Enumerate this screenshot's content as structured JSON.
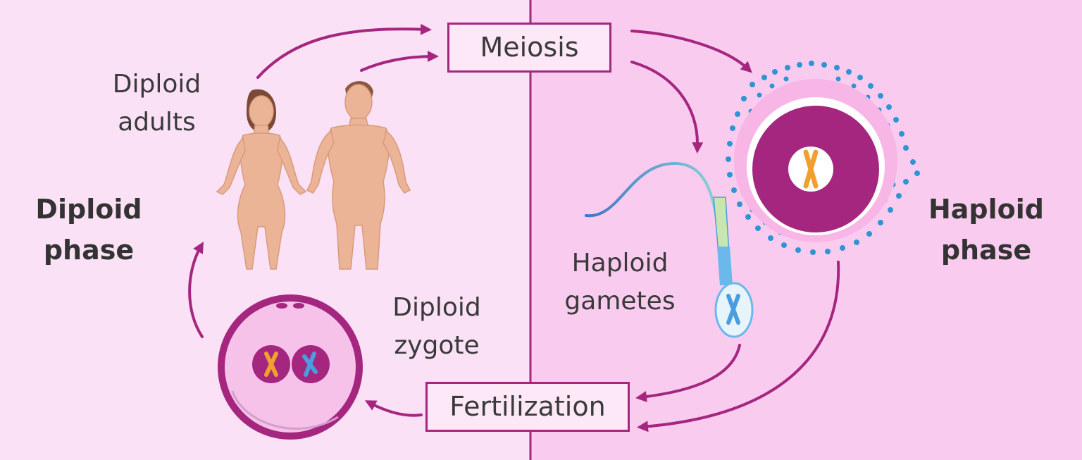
{
  "left_panel": {
    "phase_line1": "Diploid",
    "phase_line2": "phase",
    "adults_line1": "Diploid",
    "adults_line2": "adults",
    "zygote_line1": "Diploid",
    "zygote_line2": "zygote"
  },
  "right_panel": {
    "phase_line1": "Haploid",
    "phase_line2": "phase",
    "gametes_line1": "Haploid",
    "gametes_line2": "gametes"
  },
  "stages": {
    "meiosis": "Meiosis",
    "fertilization": "Fertilization"
  },
  "colors": {
    "left_background": "#fbe1f6",
    "right_background": "#f9ccef",
    "arrow": "#a5267f",
    "cell": "#a5267f",
    "chromosome_orange": "#f0a030",
    "chromosome_blue": "#4a9ee0",
    "skin": "#ecb496"
  }
}
